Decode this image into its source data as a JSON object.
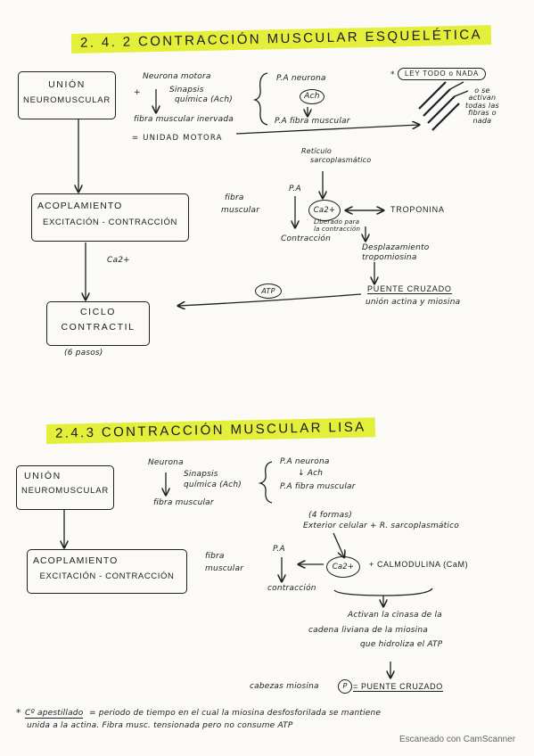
{
  "sec1": {
    "title": "2. 4. 2  CONTRACCIÓN   MUSCULAR  ESQUELÉTICA",
    "box_union": [
      "UNIÓN",
      "NEUROMUSCULAR"
    ],
    "box_acoplamiento": [
      "ACOPLAMIENTO",
      "EXCITACIÓN - CONTRACCIÓN"
    ],
    "box_ciclo": [
      "CICLO",
      "CONTRACTIL"
    ],
    "ciclo_note": "(6 pasos)",
    "neurona_motora": "Neurona motora",
    "plus": "+",
    "sinapsis": "Sinapsis",
    "quimica": "química (Ach)",
    "fibra_inervada": "fibra muscular inervada",
    "unidad_motora": "= UNIDAD MOTORA",
    "pa_neurona": "P.A neurona",
    "ach": "Ach",
    "pa_fibra": "P.A fibra muscular",
    "ley": "LEY  TODO o NADA",
    "ley_star": "*",
    "ley_note": [
      "o se",
      "activan",
      "todas las",
      "fibras o",
      "nada"
    ],
    "reticulo": [
      "Retículo",
      "sarcoplasmático"
    ],
    "pa": "P.A",
    "fibra_muscular": [
      "fibra",
      "muscular"
    ],
    "ca": "Ca2+",
    "ca_note": [
      "Liberado para",
      "la contracción"
    ],
    "troponina": "TROPONINA",
    "contraccion": "Contracción",
    "desplazamiento": [
      "Desplazamiento",
      "tropomiosina"
    ],
    "ca2": "Ca2+",
    "atp": "ATP",
    "puente": "PUENTE CRUZADO",
    "union_actina": "unión actina y miosina"
  },
  "sec2": {
    "title": "2.4.3  CONTRACCIÓN   MUSCULAR   LISA",
    "box_union": [
      "UNIÓN",
      "NEUROMUSCULAR"
    ],
    "box_acoplamiento": [
      "ACOPLAMIENTO",
      "EXCITACIÓN - CONTRACCIÓN"
    ],
    "neurona": "Neurona",
    "sinapsis": "Sinapsis",
    "quimica": "química (Ach)",
    "fibra_muscular": "fibra muscular",
    "pa_neurona": "P.A neurona",
    "ach": "↓ Ach",
    "pa_fibra": "P.A fibra muscular",
    "formas": "(4 formas)",
    "exterior": "Exterior celular + R. sarcoplasmático",
    "pa": "P.A",
    "fibra2": [
      "fibra",
      "muscular"
    ],
    "ca": "Ca2+",
    "calmodulina": "+ CALMODULINA (CaM)",
    "contraccion": "contracción",
    "activan": [
      "Activan la cinasa de la",
      "cadena liviana de la miosina",
      "que hidroliza el ATP"
    ],
    "cabezas": "cabezas miosina",
    "p": "P",
    "puente": "= PUENTE CRUZADO"
  },
  "footnote": {
    "star": "*",
    "term": "Cº apestillado",
    "line1": "= periodo de tiempo en el cual la miosina desfosforilada se mantiene",
    "line2": "unida a la actina. Fibra musc. tensionada pero no consume ATP"
  },
  "watermark": "Escaneado con CamScanner"
}
